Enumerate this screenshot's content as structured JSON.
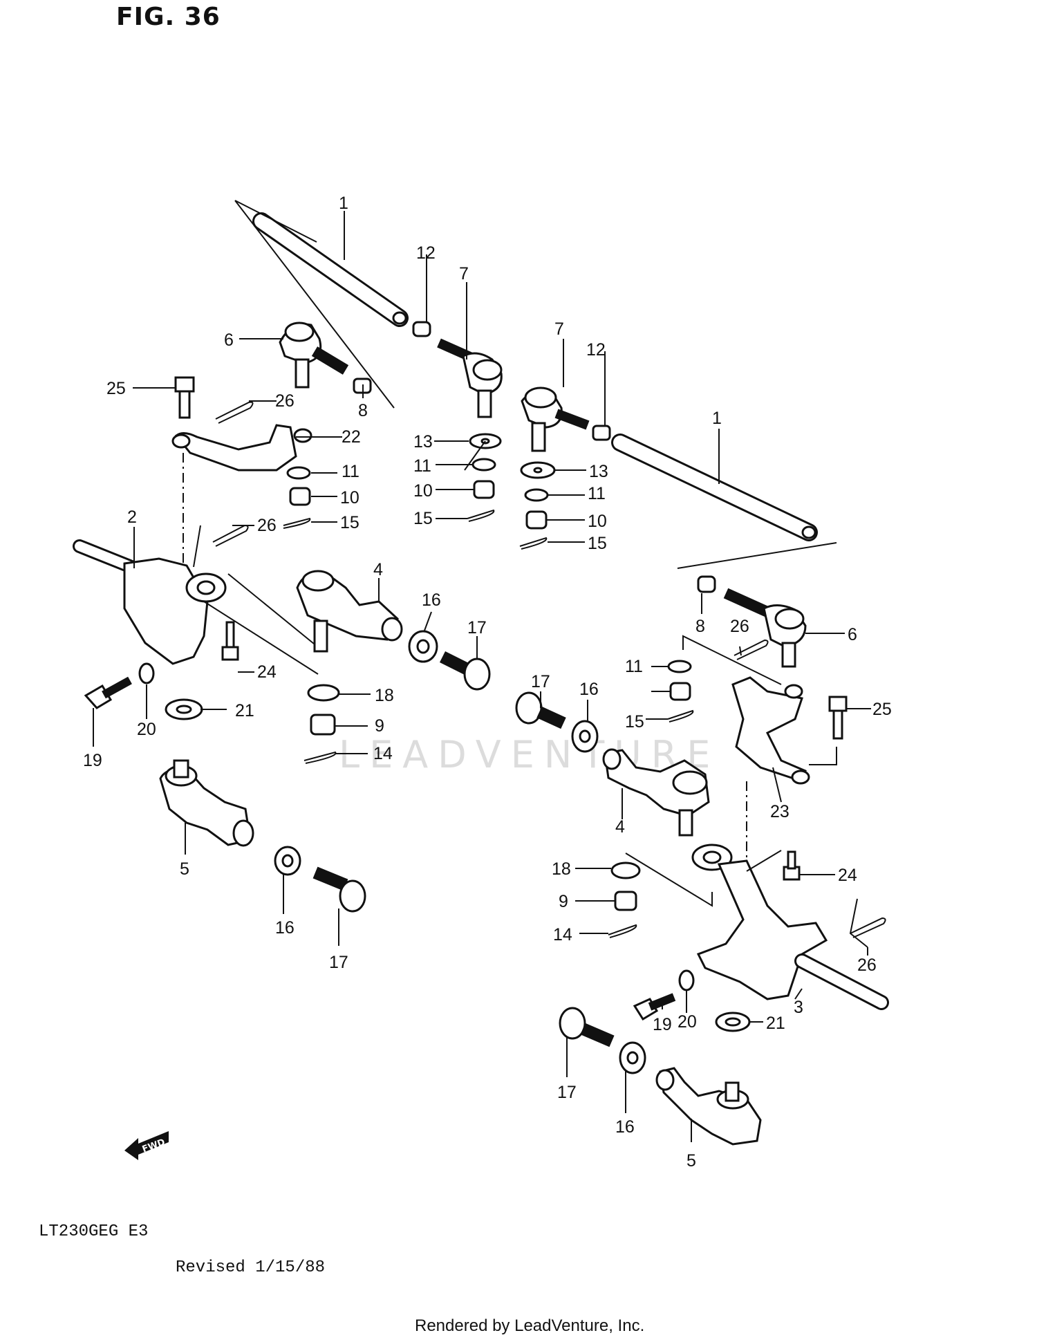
{
  "figure": {
    "title": "FIG. 36"
  },
  "model_code": "LT230GEG E3",
  "revision": "Revised 1/15/88",
  "footer": "Rendered by LeadVenture, Inc.",
  "watermark": "LEADVENTURE",
  "fwd_label": "FWD",
  "callouts": {
    "c1a": "1",
    "c1b": "1",
    "c2": "2",
    "c3": "3",
    "c4a": "4",
    "c4b": "4",
    "c5a": "5",
    "c5b": "5",
    "c6a": "6",
    "c6b": "6",
    "c7a": "7",
    "c7b": "7",
    "c8a": "8",
    "c8b": "8",
    "c9a": "9",
    "c9b": "9",
    "c10a": "10",
    "c10b": "10",
    "c10c": "10",
    "c11a": "11",
    "c11b": "11",
    "c11c": "11",
    "c11d": "11",
    "c12a": "12",
    "c12b": "12",
    "c13a": "13",
    "c13b": "13",
    "c14a": "14",
    "c14b": "14",
    "c15a": "15",
    "c15b": "15",
    "c15c": "15",
    "c15d": "15",
    "c16a": "16",
    "c16b": "16",
    "c16c": "16",
    "c16d": "16",
    "c17a": "17",
    "c17b": "17",
    "c17c": "17",
    "c17d": "17",
    "c18a": "18",
    "c18b": "18",
    "c19a": "19",
    "c19b": "19",
    "c20a": "20",
    "c20b": "20",
    "c21a": "21",
    "c21b": "21",
    "c22": "22",
    "c23": "23",
    "c24a": "24",
    "c24b": "24",
    "c25a": "25",
    "c25b": "25",
    "c26a": "26",
    "c26b": "26",
    "c26c": "26",
    "c26d": "26"
  }
}
